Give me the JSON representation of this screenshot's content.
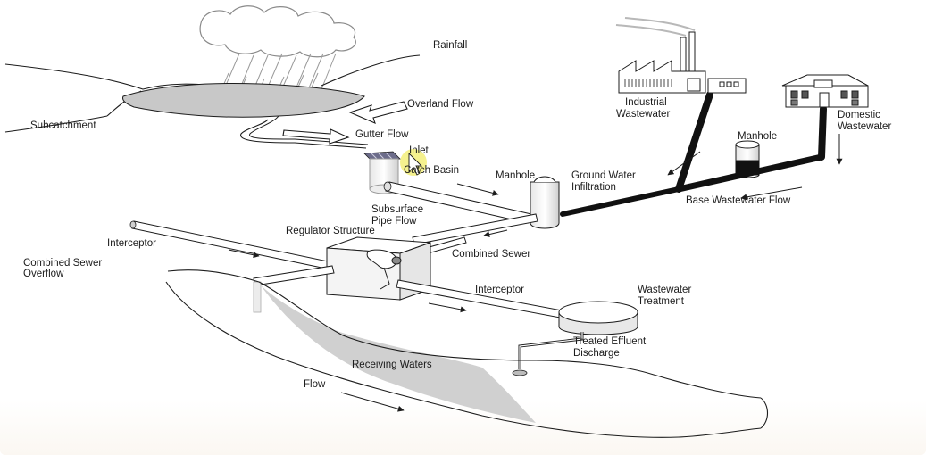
{
  "labels": {
    "rainfall": "Rainfall",
    "subcatchment": "Subcatchment",
    "overland_flow": "Overland Flow",
    "gutter_flow": "Gutter Flow",
    "inlet": "Inlet",
    "catch_basin": "Catch Basin",
    "manhole_1": "Manhole",
    "ground_water_line1": "Ground Water",
    "ground_water_line2": "Infiltration",
    "industrial_line1": "Industrial",
    "industrial_line2": "Wastewater",
    "domestic_line1": "Domestic",
    "domestic_line2": "Wastewater",
    "manhole_2": "Manhole",
    "base_wastewater_flow": "Base Wastewater Flow",
    "subsurface_line1": "Subsurface",
    "subsurface_line2": "Pipe Flow",
    "regulator_structure": "Regulator Structure",
    "interceptor_1": "Interceptor",
    "combined_sewer": "Combined Sewer",
    "cso_line1": "Combined Sewer",
    "cso_line2": "Overflow",
    "interceptor_2": "Interceptor",
    "treatment_line1": "Wastewater",
    "treatment_line2": "Treatment",
    "effluent_line1": "Treated Effluent",
    "effluent_line2": "Discharge",
    "receiving_waters": "Receiving Waters",
    "flow": "Flow"
  },
  "colors": {
    "ink": "#1c1c1c",
    "water": "#c8c8c8",
    "pipe_dark": "#111111",
    "cursor_highlight": "#f3ee7a"
  },
  "icons": [
    "rain-cloud-icon",
    "factory-icon",
    "house-icon",
    "mouse-cursor-icon"
  ]
}
